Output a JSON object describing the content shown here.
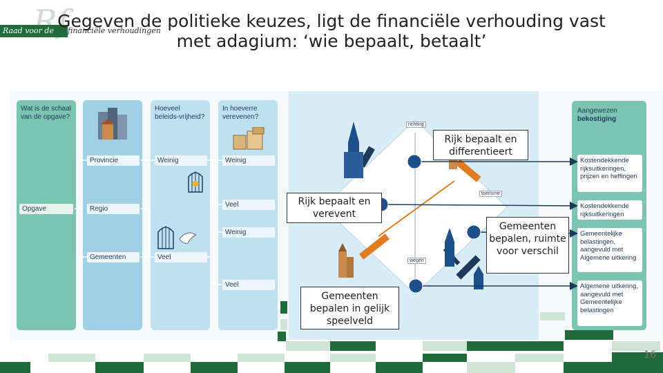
{
  "logo": {
    "line1": "Raad voor de",
    "line2": "financiële verhoudingen",
    "glyph": "Rf"
  },
  "title": "Gegeven de politieke keuzes, ligt de financiële verhouding vast met adagium: ‘wie bepaalt, betaalt’",
  "columns": [
    {
      "label": "Wat is de schaal van de opgave?"
    },
    {
      "label": "Hoeveel beleids-vrijheid?"
    },
    {
      "label": "In hoeverre verevenen?"
    }
  ],
  "right_header": {
    "line1": "Aangewezen",
    "line2": "bekostiging"
  },
  "col1_items": [
    "Opgave"
  ],
  "col2_items": [
    "Provincie",
    "Regio",
    "Gemeenten"
  ],
  "col3_items": [
    "Weinig",
    "Veel"
  ],
  "col4_items": [
    "Weinig",
    "Veel",
    "Weinig",
    "Veel"
  ],
  "funding": [
    "Kostendekkende rijksuitkeringen, prijzen en heffingen",
    "Kostendekkende rijksuitkeringen",
    "Gemeentelijke belastingen, aangevuld met Algemene uitkering",
    "Algemene uitkering, aangevuld met Gemeentelijke belastingen"
  ],
  "signs": [
    "richting",
    "toerisme",
    "wegen"
  ],
  "callouts": {
    "c1": "Rijk bepaalt en differentieert",
    "c2": "Rijk bepaalt en verevent",
    "c3": "Gemeenten bepalen, ruimte voor verschil",
    "c4": "Gemeenten bepalen in gelijk speelveld"
  },
  "page_number": "16",
  "colors": {
    "green": "#1f6b3a",
    "teal": "#7cc4b2",
    "blue": "#bfe0f1",
    "navy": "#1d3a5a",
    "orange": "#e07b1f"
  }
}
